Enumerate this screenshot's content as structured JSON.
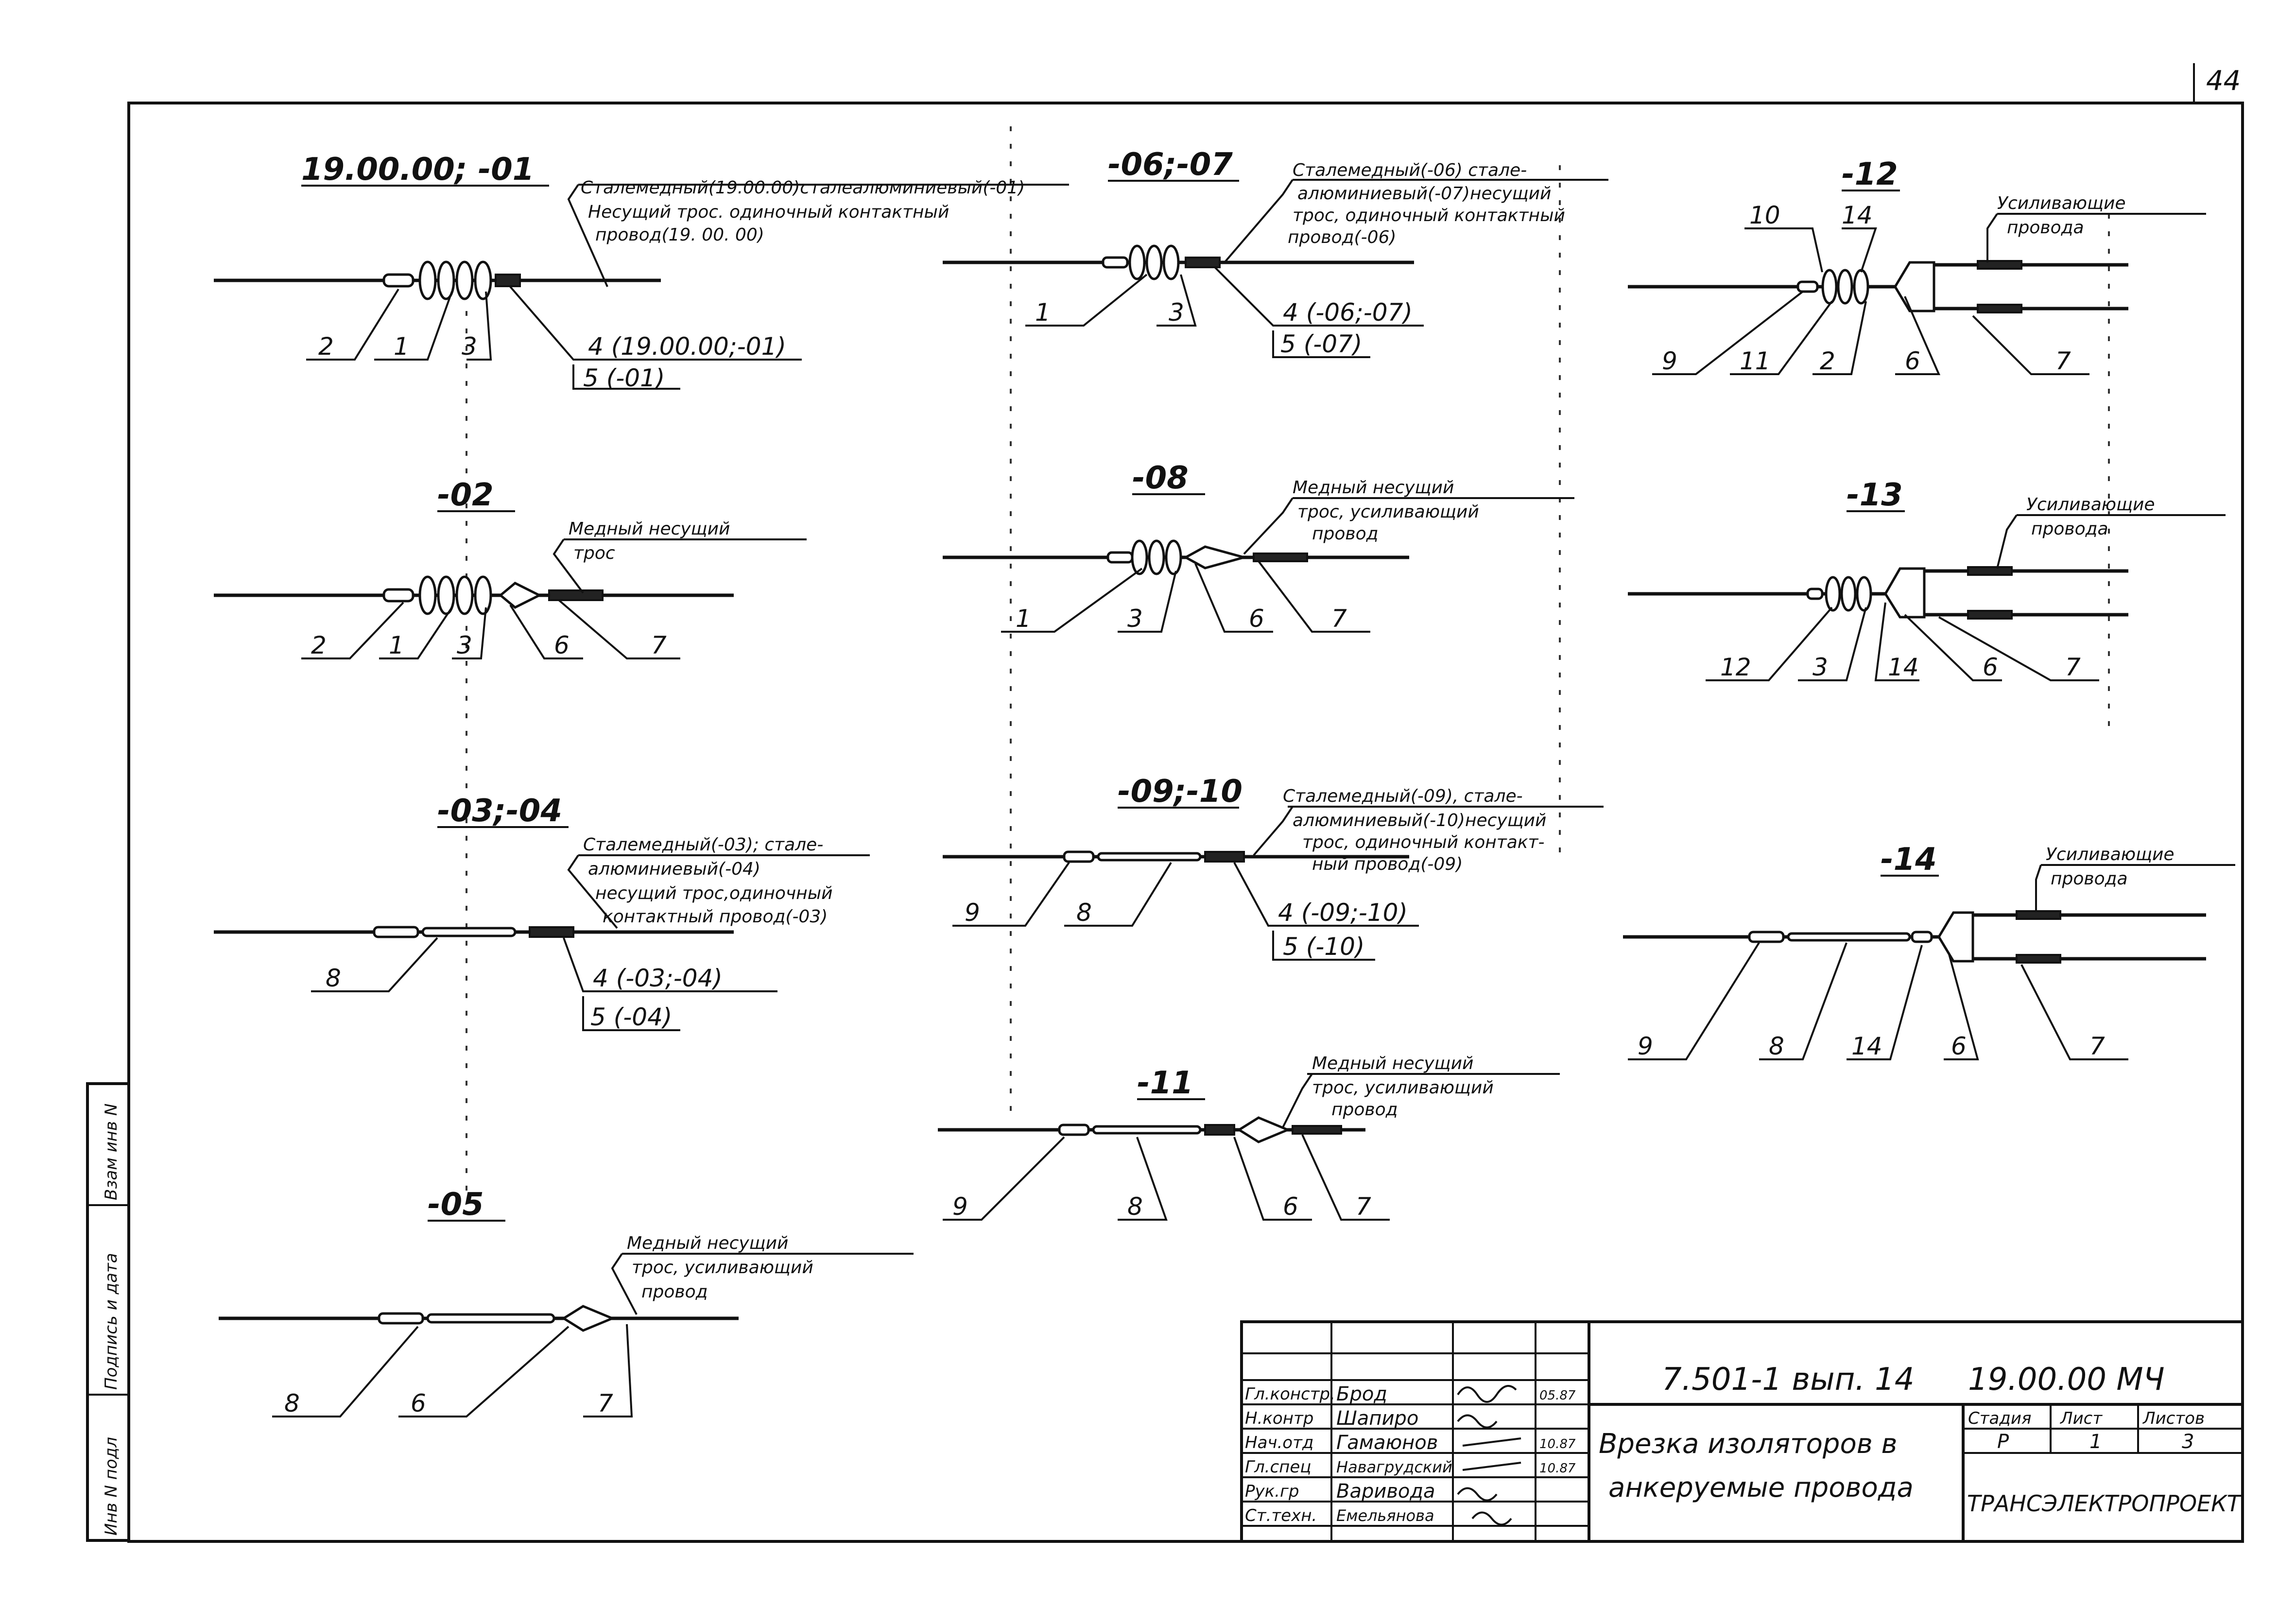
{
  "page_number": "44",
  "side_stamp": {
    "inv_no": "Инв N подл",
    "sign_date": "Подпись и дата",
    "replace_inv": "Взам инв N"
  },
  "variants": {
    "v1": {
      "title": "19.00.00; -01",
      "note": [
        "Сталемедный(19.00.00)сталеалюминиевый(-01)",
        "Несущий трос. одиночный контактный",
        "провод(19. 00. 00)"
      ],
      "callouts": [
        "2",
        "1",
        "3",
        "4 (19.00.00;-01)",
        "5 (-01)"
      ]
    },
    "v2": {
      "title": "-02",
      "note": [
        "Медный несущий",
        "трос"
      ],
      "callouts": [
        "2",
        "1",
        "3",
        "6",
        "7"
      ]
    },
    "v3": {
      "title": "-03;-04",
      "note": [
        "Сталемедный(-03); стале-",
        "алюминиевый(-04)",
        "несущий трос,одиночный",
        "контактный провод(-03)"
      ],
      "callouts": [
        "8",
        "4 (-03;-04)",
        "5 (-04)"
      ]
    },
    "v5": {
      "title": "-05",
      "note": [
        "Медный несущий",
        "трос, усиливающий",
        "провод"
      ],
      "callouts": [
        "8",
        "6",
        "7"
      ]
    },
    "v6": {
      "title": "-06;-07",
      "note": [
        "Сталемедный(-06) стале-",
        "алюминиевый(-07)несущий",
        "трос, одиночный контактный",
        "провод(-06)"
      ],
      "callouts": [
        "1",
        "3",
        "4 (-06;-07)",
        "5 (-07)"
      ]
    },
    "v8": {
      "title": "-08",
      "note": [
        "Медный несущий",
        "трос, усиливающий",
        "провод"
      ],
      "callouts": [
        "1",
        "3",
        "6",
        "7"
      ]
    },
    "v9": {
      "title": "-09;-10",
      "note": [
        "Сталемедный(-09), стале-",
        "алюминиевый(-10)несущий",
        "трос, одиночный контакт-",
        "ный провод(-09)"
      ],
      "callouts": [
        "9",
        "8",
        "4 (-09;-10)",
        "5 (-10)"
      ]
    },
    "v11": {
      "title": "-11",
      "note": [
        "Медный несущий",
        "трос, усиливающий",
        "провод"
      ],
      "callouts": [
        "9",
        "8",
        "6",
        "7"
      ]
    },
    "v12": {
      "title": "-12",
      "note": [
        "Усиливающие",
        "провода"
      ],
      "top_callouts": [
        "10",
        "14"
      ],
      "callouts": [
        "9",
        "11",
        "2",
        "6",
        "7"
      ]
    },
    "v13": {
      "title": "-13",
      "note": [
        "Усиливающие",
        "провода"
      ],
      "callouts": [
        "12",
        "3",
        "14",
        "6",
        "7"
      ]
    },
    "v14": {
      "title": "-14",
      "note": [
        "Усиливающие",
        "провода"
      ],
      "callouts": [
        "9",
        "8",
        "14",
        "6",
        "7"
      ]
    }
  },
  "title_block": {
    "doc_code": "7.501-1 вып. 14",
    "drawing_code": "19.00.00 МЧ",
    "drawing_title": [
      "Врезка изоляторов в",
      "анкеруемые провода"
    ],
    "stage_label": "Стадия",
    "sheet_label": "Лист",
    "sheets_label": "Листов",
    "stage": "Р",
    "sheet": "1",
    "sheets": "3",
    "organization": "ТРАНСЭЛЕКТРОПРОЕКТ",
    "signatures": [
      {
        "role": "Гл.констр.",
        "name": "Брод",
        "date": "05.87"
      },
      {
        "role": "Н.контр",
        "name": "Шапиро",
        "date": ""
      },
      {
        "role": "Нач.отд",
        "name": "Гамаюнов",
        "date": "10.87"
      },
      {
        "role": "Гл.спец",
        "name": "Навагрудский",
        "date": "10.87"
      },
      {
        "role": "Рук.гр",
        "name": "Варивода",
        "date": ""
      },
      {
        "role": "Ст.техн.",
        "name": "Емельянова",
        "date": ""
      }
    ]
  }
}
